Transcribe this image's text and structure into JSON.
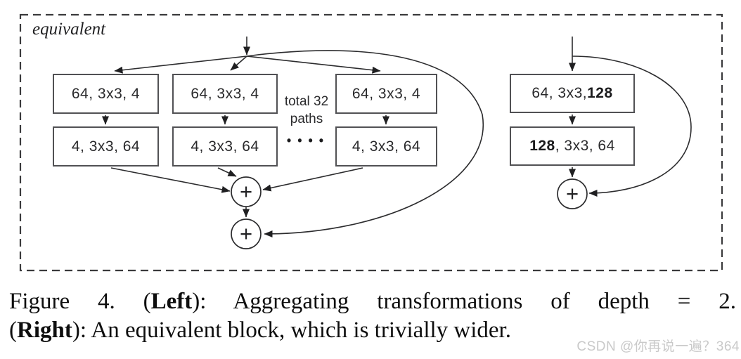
{
  "diagram": {
    "equivalent_label": "equivalent",
    "left_block": {
      "top_boxes": [
        "64, 3x3, 4",
        "64, 3x3, 4",
        "64, 3x3, 4"
      ],
      "bottom_boxes": [
        "4, 3x3, 64",
        "4, 3x3, 64",
        "4, 3x3, 64"
      ],
      "paths_note": {
        "line1": "total 32",
        "line2": "paths"
      },
      "ellipsis_dots": "• • • •",
      "sum_symbol": "+"
    },
    "right_block": {
      "conv1": {
        "prefix": "64, 3x3, ",
        "bold": "128"
      },
      "conv2": {
        "bold": "128",
        "suffix": ", 3x3, 64"
      },
      "sum_symbol": "+"
    }
  },
  "caption": {
    "line1": {
      "prefix": "Figure 4. (",
      "bold": "Left",
      "suffix": "): Aggregating transformations of depth = 2."
    },
    "line2": {
      "prefix": "(",
      "bold": "Right",
      "suffix": "): An equivalent block, which is trivially wider."
    }
  },
  "watermark": "CSDN @你再说一遍？364",
  "colors": {
    "line": "#2c2c2e",
    "box_border": "#515154",
    "text": "#29292b",
    "caption_text": "#0e0e0e",
    "watermark": "#c9c9c9",
    "background": "#ffffff"
  }
}
